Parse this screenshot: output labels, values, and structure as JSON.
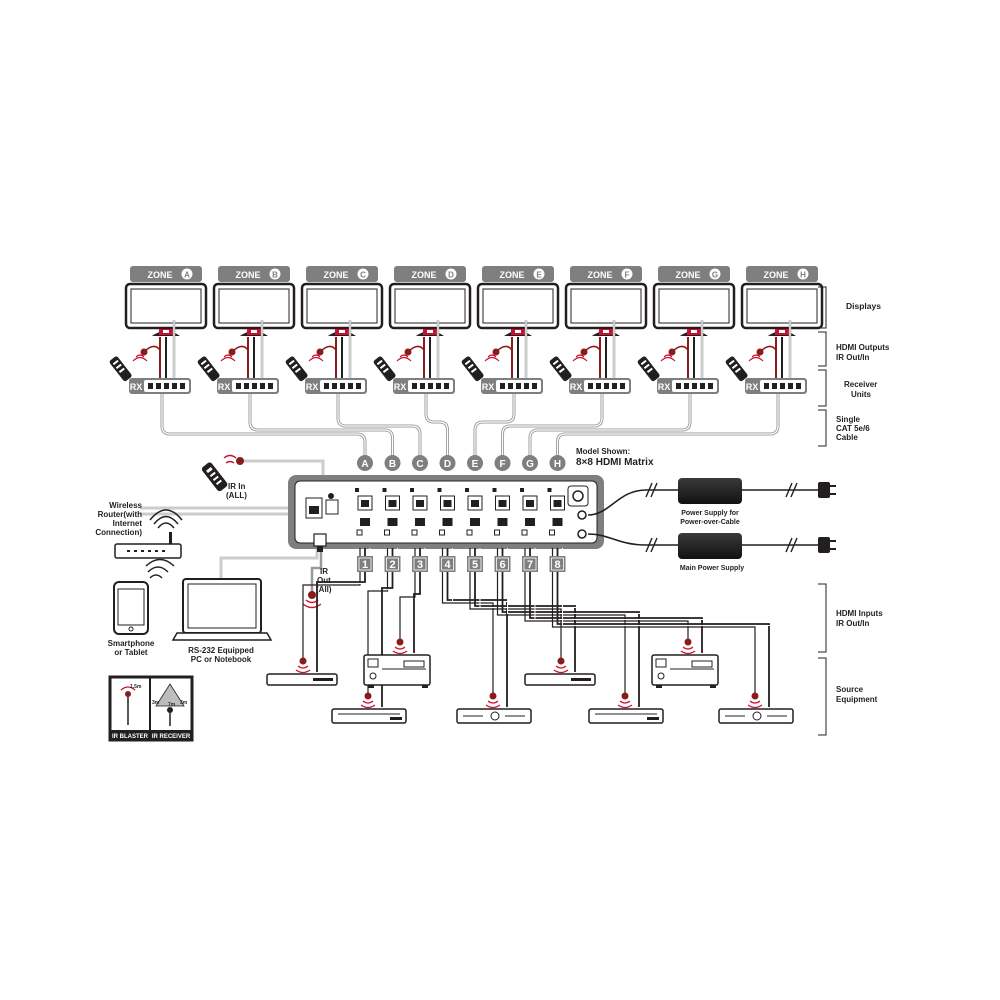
{
  "model": {
    "line1": "Model Shown:",
    "line2": "8×8 HDMI Matrix"
  },
  "zone_word": "ZONE",
  "zones": [
    "A",
    "B",
    "C",
    "D",
    "E",
    "F",
    "G",
    "H"
  ],
  "inputs": [
    "1",
    "2",
    "3",
    "4",
    "5",
    "6",
    "7",
    "8"
  ],
  "rx_label": "RX",
  "right_labels": {
    "displays": "Displays",
    "hdmi_outputs_1": "HDMI Outputs",
    "hdmi_outputs_2": "IR Out/In",
    "receiver_1": "Receiver",
    "receiver_2": "Units",
    "cat_1": "Single",
    "cat_2": "CAT 5e/6",
    "cat_3": "Cable",
    "hdmi_inputs_1": "HDMI Inputs",
    "hdmi_inputs_2": "IR Out/In",
    "source_1": "Source",
    "source_2": "Equipment"
  },
  "left_labels": {
    "ir_in_1": "IR In",
    "ir_in_2": "(ALL)",
    "router_1": "Wireless",
    "router_2": "Router(with",
    "router_3": "Internet",
    "router_4": "Connection)",
    "ir_out_1": "IR",
    "ir_out_2": "Out",
    "ir_out_3": "(All)",
    "phone_1": "Smartphone",
    "phone_2": "or Tablet",
    "pc_1": "RS-232 Equipped",
    "pc_2": "PC or Notebook"
  },
  "power": {
    "poc_1": "Power Supply for",
    "poc_2": "Power-over-Cable",
    "main": "Main Power Supply"
  },
  "legend": {
    "blaster": "IR BLASTER",
    "receiver": "IR RECEIVER",
    "d1": "1.5m",
    "d2": "7m",
    "d3": "3m",
    "d4": "3m"
  },
  "colors": {
    "ink": "#231f20",
    "panel": "#7f7f7f",
    "accent_red": "#c8102e",
    "cable": "#9a9a9a"
  }
}
